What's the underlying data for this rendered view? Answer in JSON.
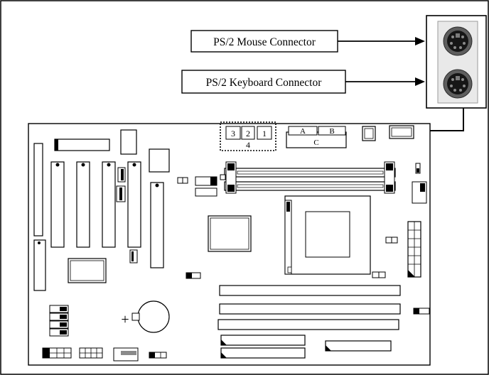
{
  "labels": {
    "mouse": "PS/2 Mouse Connector",
    "keyboard": "PS/2 Keyboard Connector"
  },
  "header_blocks": {
    "b3": "3",
    "b2": "2",
    "b1": "1",
    "b4": "4"
  },
  "ports": {
    "a": "A",
    "b": "B",
    "c": "C"
  },
  "battery_sign": "+",
  "colors": {
    "line": "#000000",
    "fill_dark": "#000000",
    "grey": "#7a7a7a",
    "panel": "#eeeeee"
  }
}
